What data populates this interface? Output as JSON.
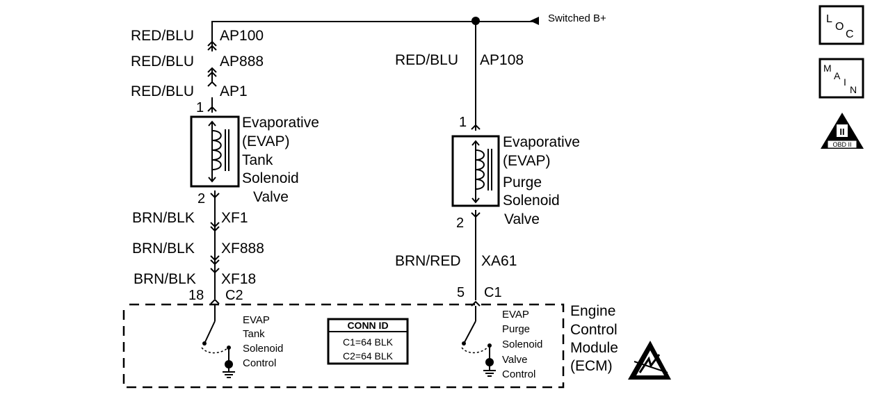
{
  "power": {
    "label": "Switched B+"
  },
  "left_circuit": {
    "wires_top": [
      {
        "color": "RED/BLU",
        "circuit": "AP100"
      },
      {
        "color": "RED/BLU",
        "circuit": "AP888"
      },
      {
        "color": "RED/BLU",
        "circuit": "AP1"
      }
    ],
    "pin_in": "1",
    "component_lines": [
      "Evaporative",
      "(EVAP)",
      "Tank",
      "Solenoid",
      "Valve"
    ],
    "pin_out": "2",
    "wires_bottom": [
      {
        "color": "BRN/BLK",
        "circuit": "XF1"
      },
      {
        "color": "BRN/BLK",
        "circuit": "XF888"
      },
      {
        "color": "BRN/BLK",
        "circuit": "XF18"
      }
    ],
    "ecm_pin": "18",
    "ecm_connector": "C2",
    "ecm_control_lines": [
      "EVAP",
      "Tank",
      "Solenoid",
      "Control"
    ]
  },
  "right_circuit": {
    "wire_top": {
      "color": "RED/BLU",
      "circuit": "AP108"
    },
    "pin_in": "1",
    "component_lines": [
      "Evaporative",
      "(EVAP)",
      "Purge",
      "Solenoid",
      "Valve"
    ],
    "pin_out": "2",
    "wire_bottom": {
      "color": "BRN/RED",
      "circuit": "XA61"
    },
    "ecm_pin": "5",
    "ecm_connector": "C1",
    "ecm_control_lines": [
      "EVAP",
      "Purge",
      "Solenoid",
      "Valve",
      "Control"
    ]
  },
  "ecm": {
    "name_lines": [
      "Engine",
      "Control",
      "Module",
      "(ECM)"
    ]
  },
  "conn_id": {
    "title": "CONN ID",
    "rows": [
      "C1=64 BLK",
      "C2=64 BLK"
    ]
  },
  "legend_icons": {
    "loc": {
      "letters": [
        "L",
        "O",
        "C"
      ],
      "icon": "loc-icon"
    },
    "main": {
      "letters": [
        "M",
        "A",
        "I",
        "N"
      ],
      "icon": "main-icon"
    },
    "obd": {
      "numeral": "II",
      "label": "OBD II",
      "icon": "obd-ii-icon"
    }
  },
  "esd": {
    "icon": "esd-sensitive-icon"
  }
}
